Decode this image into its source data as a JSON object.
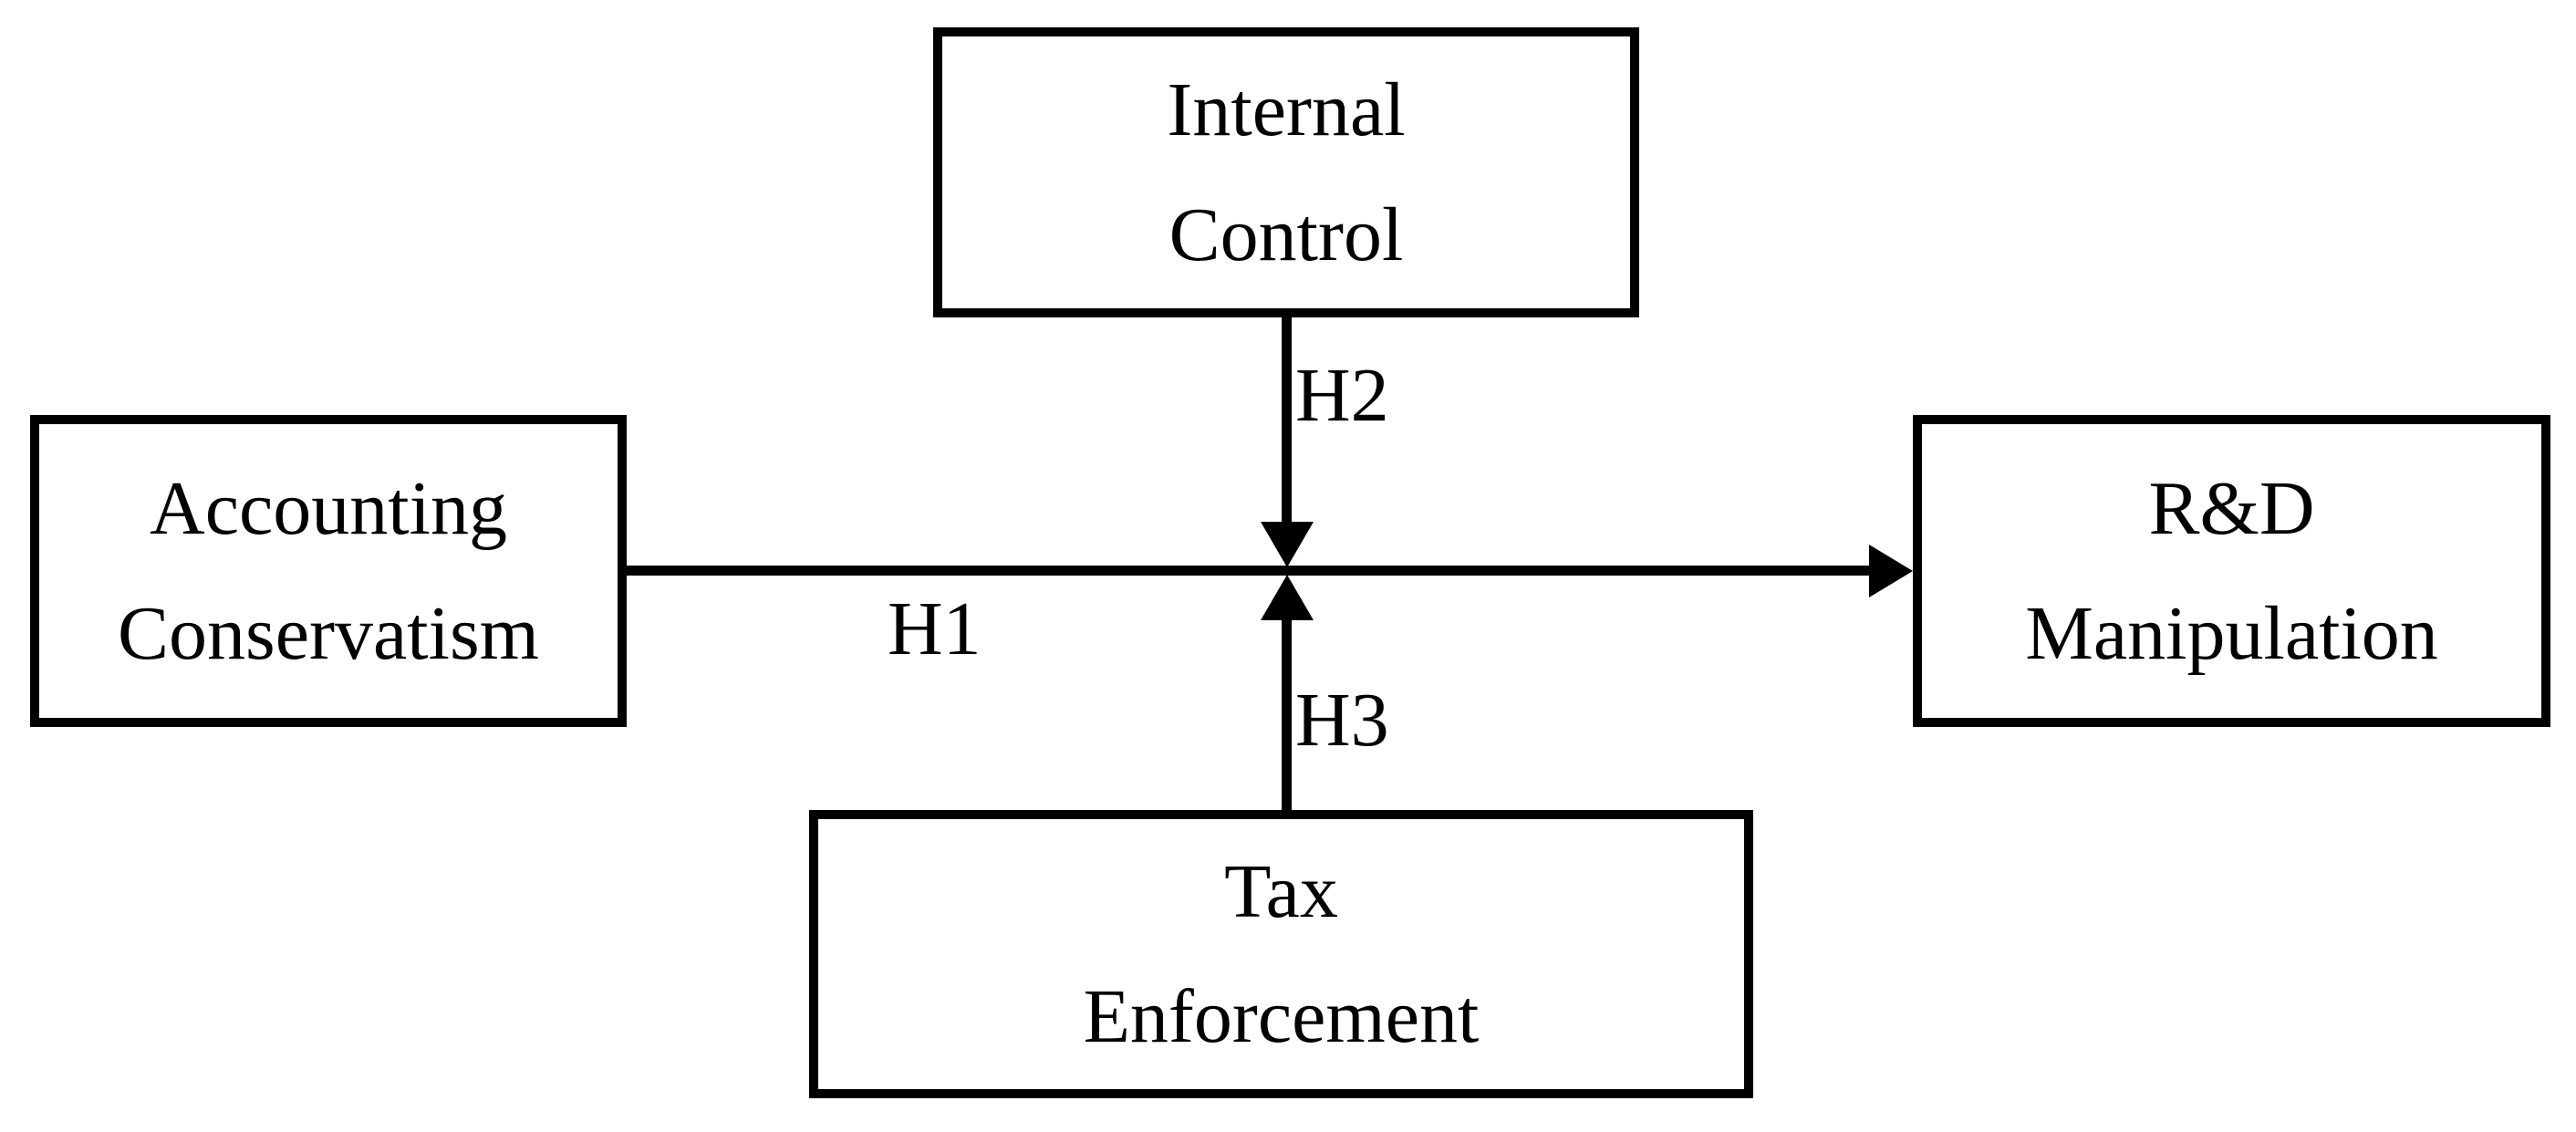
{
  "diagram": {
    "background_color": "#ffffff",
    "stroke_color": "#000000",
    "nodes": {
      "internal_control": {
        "lines": [
          "Internal",
          "Control"
        ]
      },
      "accounting_conservatism": {
        "lines": [
          "Accounting",
          "Conservatism"
        ]
      },
      "rd_manipulation": {
        "lines": [
          "R&D",
          "Manipulation"
        ]
      },
      "tax_enforcement": {
        "lines": [
          "Tax",
          "Enforcement"
        ]
      }
    },
    "edges": {
      "h1": {
        "label": "H1",
        "from": "Accounting Conservatism",
        "to": "R&D Manipulation",
        "direction": "right"
      },
      "h2": {
        "label": "H2",
        "from": "Internal Control",
        "to": "H1 path",
        "direction": "down"
      },
      "h3": {
        "label": "H3",
        "from": "Tax Enforcement",
        "to": "H1 path",
        "direction": "up"
      }
    }
  }
}
